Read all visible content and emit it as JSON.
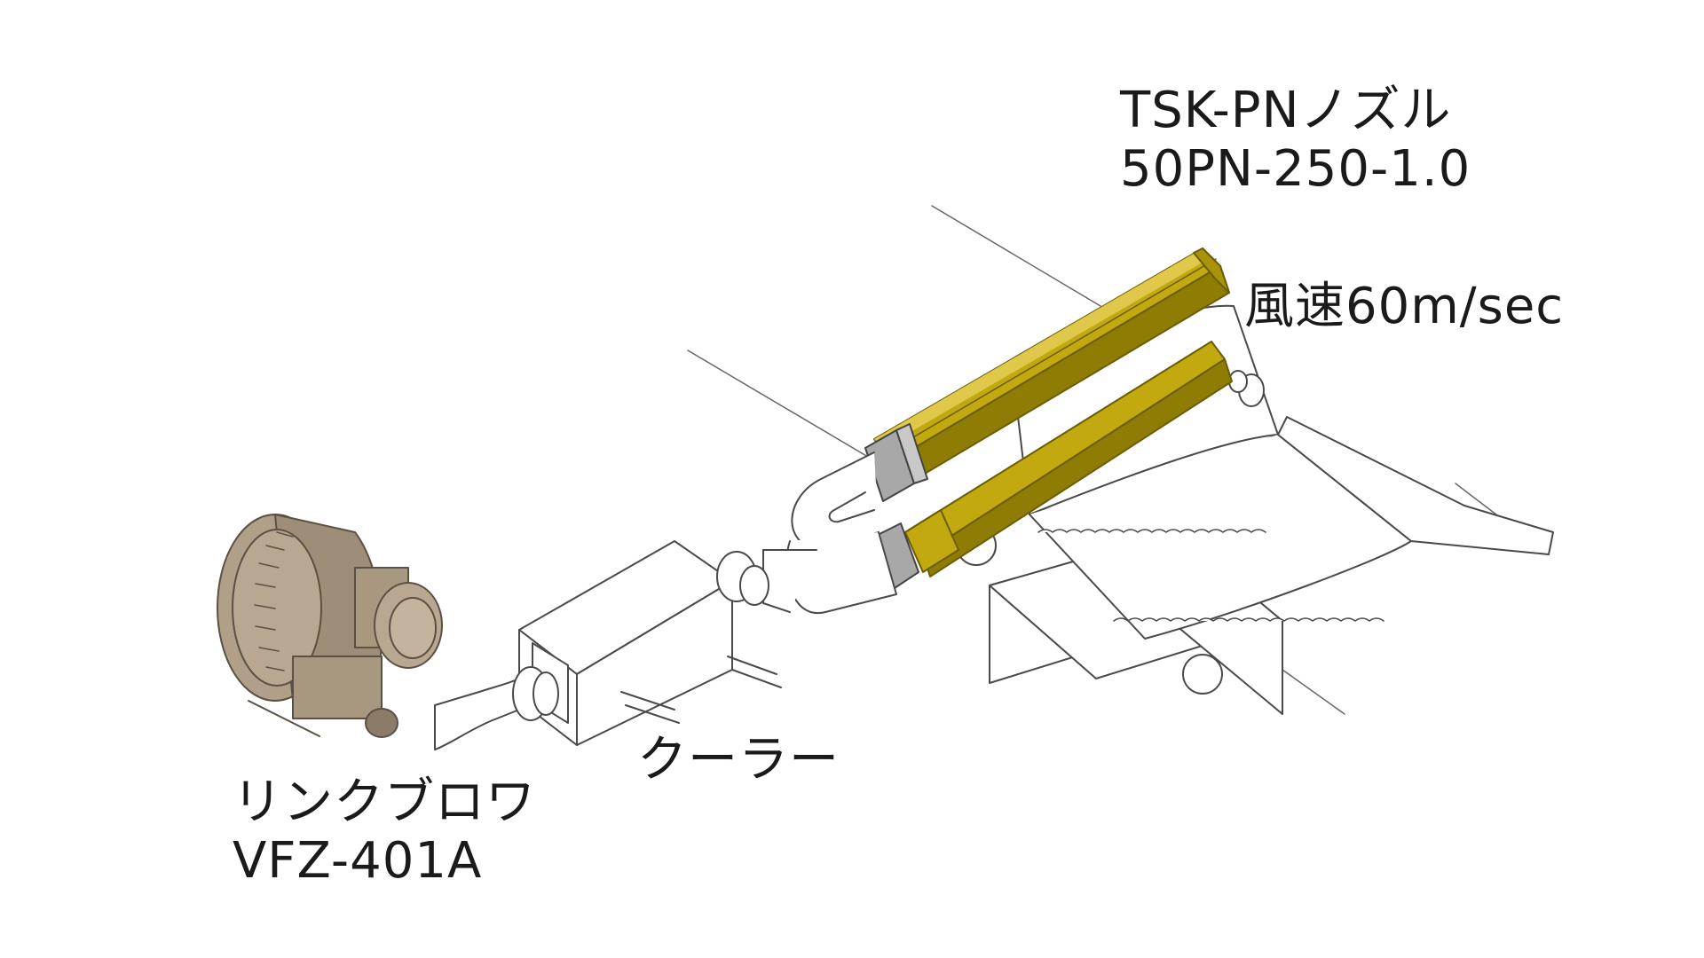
{
  "labels": {
    "nozzle": {
      "name": "TSK-PNノズル",
      "model": "50PN-250-1.0"
    },
    "air_speed": "風速60m/sec",
    "cooler": "クーラー",
    "blower": {
      "name": "リンクブロワ",
      "model": "VFZ-401A"
    }
  },
  "colors": {
    "nozzle": "#c2a90f",
    "nozzle_dark": "#8f7c05",
    "nozzle_light": "#e0c84a",
    "blower": "#b0a08a",
    "blower_dark": "#7a6e5e",
    "clamp": "#a8a8a8",
    "line": "#4a4a4a"
  },
  "icons": {
    "blower": "ring-blower-icon",
    "cooler": "cooler-box-icon",
    "nozzle": "air-nozzle-icon",
    "conveyor": "conveyor-icon"
  }
}
